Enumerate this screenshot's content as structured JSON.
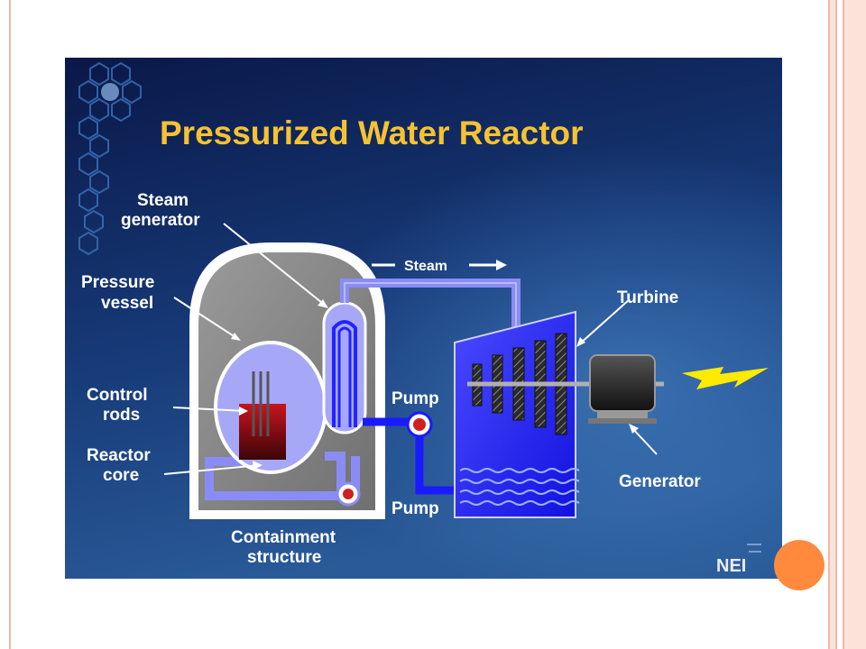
{
  "title": "Pressurized Water Reactor",
  "labels": {
    "steam_generator_1": "Steam",
    "steam_generator_2": "generator",
    "pressure_vessel_1": "Pressure",
    "pressure_vessel_2": "vessel",
    "control_rods_1": "Control",
    "control_rods_2": "rods",
    "reactor_core_1": "Reactor",
    "reactor_core_2": "core",
    "containment_1": "Containment",
    "containment_2": "structure",
    "steam": "Steam",
    "pump_upper": "Pump",
    "pump_lower": "Pump",
    "turbine": "Turbine",
    "generator": "Generator"
  },
  "logo": "NEI",
  "colors": {
    "background_top": "#0b1a4d",
    "background_bottom": "#1f4f8c",
    "title": "#f7c232",
    "primary_loop": "#8a8cf5",
    "secondary_loop": "#1a1aff",
    "reactor_core": "#b0101a",
    "lightning": "#ffea00",
    "accent_dot": "#ff8a3d",
    "slide_border": "#f3b8a5"
  },
  "icons": [
    "hexagon-pattern-icon",
    "lightning-bolt-icon",
    "pump-icon",
    "nei-logo-icon"
  ]
}
